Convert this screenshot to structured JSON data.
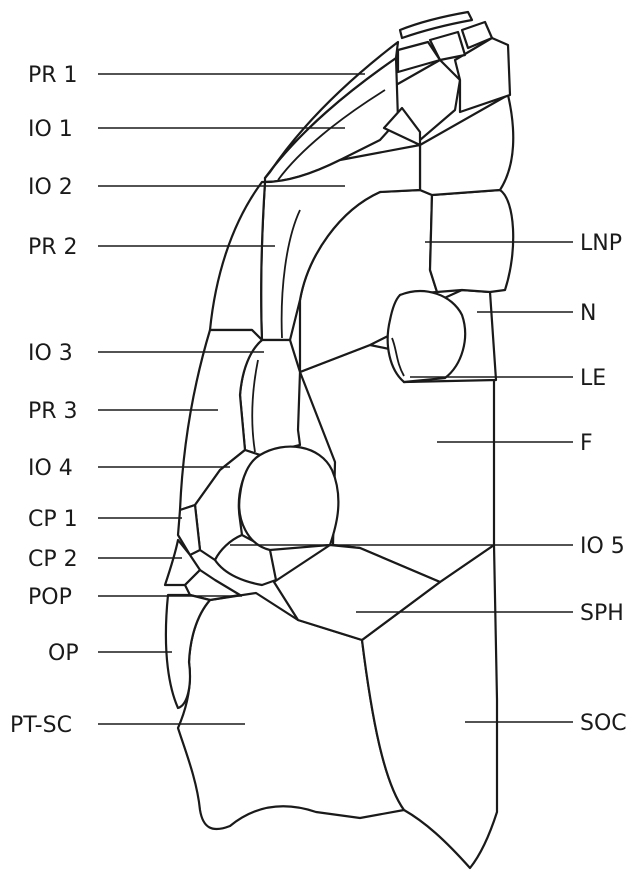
{
  "labels_left": [
    {
      "id": "pr1",
      "text": "PR 1"
    },
    {
      "id": "io1",
      "text": "IO 1"
    },
    {
      "id": "io2",
      "text": "IO 2"
    },
    {
      "id": "pr2",
      "text": "PR 2"
    },
    {
      "id": "io3",
      "text": "IO 3"
    },
    {
      "id": "pr3",
      "text": "PR 3"
    },
    {
      "id": "io4",
      "text": "IO 4"
    },
    {
      "id": "cp1",
      "text": "CP 1"
    },
    {
      "id": "cp2",
      "text": "CP 2"
    },
    {
      "id": "pop",
      "text": "POP"
    },
    {
      "id": "op",
      "text": "OP"
    },
    {
      "id": "ptsc",
      "text": "PT-SC"
    }
  ],
  "labels_right": [
    {
      "id": "lnp",
      "text": "LNP"
    },
    {
      "id": "n",
      "text": "N"
    },
    {
      "id": "le",
      "text": "LE"
    },
    {
      "id": "f",
      "text": "F"
    },
    {
      "id": "io5",
      "text": "IO 5"
    },
    {
      "id": "sph",
      "text": "SPH"
    },
    {
      "id": "soc",
      "text": "SOC"
    }
  ]
}
